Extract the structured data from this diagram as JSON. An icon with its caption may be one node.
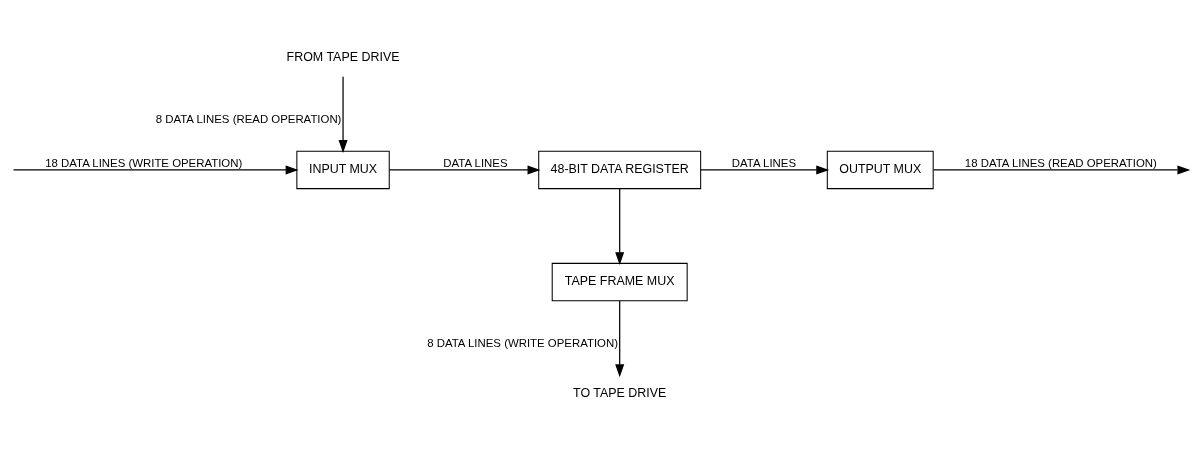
{
  "diagram": {
    "nodes": [
      {
        "text": [
          "FROM TAPE DRIVE"
        ]
      },
      {
        "text": [
          "INPUT MUX"
        ]
      },
      {
        "text": [
          "48-BIT DATA REGISTER"
        ]
      },
      {
        "text": [
          "OUTPUT MUX"
        ]
      },
      {
        "text": [
          "TAPE FRAME MUX"
        ]
      },
      {
        "text": [
          "TO TAPE DRIVE"
        ]
      }
    ],
    "edges": [
      {
        "from": null,
        "to": 1,
        "arrow": "to",
        "label": "18 DATA LINES (WRITE OPERATION)"
      },
      {
        "from": 0,
        "to": 1,
        "arrow": "to",
        "label": "8 DATA LINES (READ OPERATION)"
      },
      {
        "from": 1,
        "to": 2,
        "arrow": "to",
        "label": "DATA LINES"
      },
      {
        "from": 2,
        "to": 3,
        "arrow": "to",
        "label": "DATA LINES"
      },
      {
        "from": 2,
        "to": 4,
        "arrow": "to"
      },
      {
        "from": 3,
        "to": null,
        "arrow": "to",
        "label": "18 DATA LINES (READ OPERATION)"
      },
      {
        "from": 4,
        "to": 5,
        "arrow": "to",
        "label": "8 DATA LINES (WRITE OPERATION)"
      }
    ]
  }
}
